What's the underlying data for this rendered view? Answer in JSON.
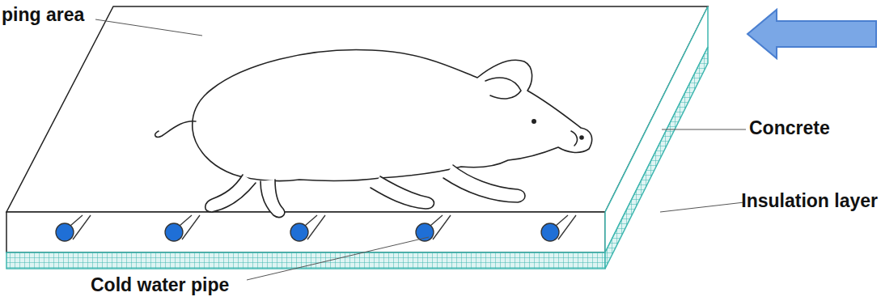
{
  "diagram": {
    "labels": [
      "ping area",
      "Concrete",
      "Insulation layer",
      "Cold water pipe"
    ]
  }
}
